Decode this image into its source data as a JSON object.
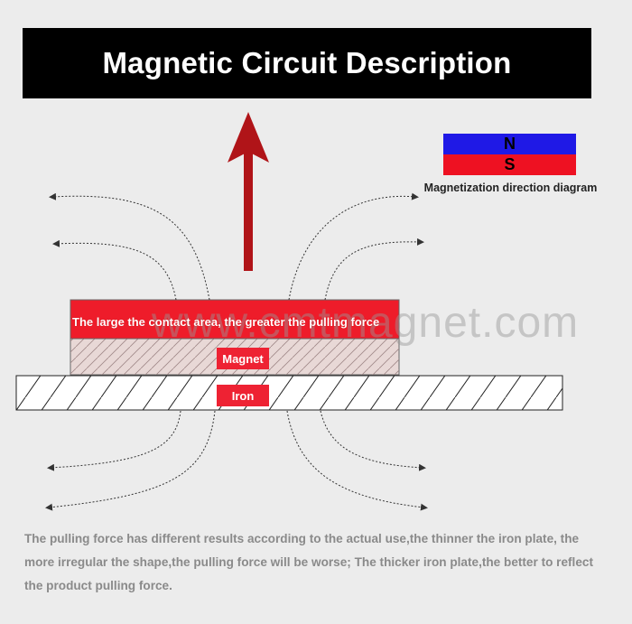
{
  "title": "Magnetic Circuit Description",
  "magnetization": {
    "north_label": "N",
    "south_label": "S",
    "north_color": "#1f19e6",
    "south_color": "#ee1122",
    "caption": "Magnetization direction diagram"
  },
  "magnet": {
    "contact_text": "The large the contact area, the greater the pulling force",
    "label": "Magnet",
    "color": "#ee2233"
  },
  "iron": {
    "label": "Iron"
  },
  "watermark": "www.cmtmagnet.com",
  "description": "The pulling force has different results according to the actual use,the thinner the iron plate, the more irregular the shape,the pulling force will be worse; The thicker iron plate,the better to reflect the product pulling force.",
  "arrow_color": "#b01418"
}
